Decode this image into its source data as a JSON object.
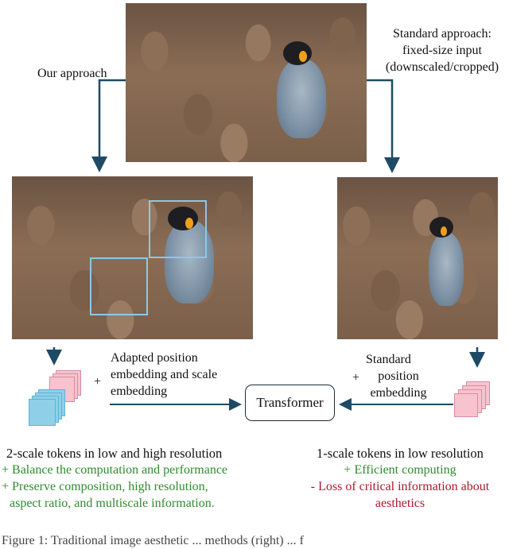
{
  "labels": {
    "our_approach": "Our approach",
    "standard_approach": [
      "Standard approach:",
      "fixed-size input",
      "(downscaled/cropped)"
    ],
    "adapted_embedding": [
      "Adapted position",
      "embedding and scale",
      "embedding"
    ],
    "standard_embedding": [
      "Standard",
      "position",
      "embedding"
    ],
    "plus": "+",
    "transformer": "Transformer"
  },
  "left_caption": {
    "title": "2-scale tokens in low and high resolution",
    "pros": [
      "+ Balance the computation and performance",
      "+ Preserve composition, high resolution,",
      "aspect ratio, and multiscale information."
    ]
  },
  "right_caption": {
    "title": "1-scale tokens in low resolution",
    "pro": "+ Efficient computing",
    "cons": [
      "- Loss of critical information about",
      "aesthetics"
    ]
  },
  "figure_caption_partial": "Figure 1:  Traditional image aesthetic ... methods (right) ... f",
  "colors": {
    "arrow": "#1f4a66",
    "pink_token": "#f6c3cf",
    "blue_token": "#8fd0e8",
    "box_outline": "#8cc8e6",
    "green_text": "#2f8a2f",
    "red_text": "#b0162a"
  }
}
